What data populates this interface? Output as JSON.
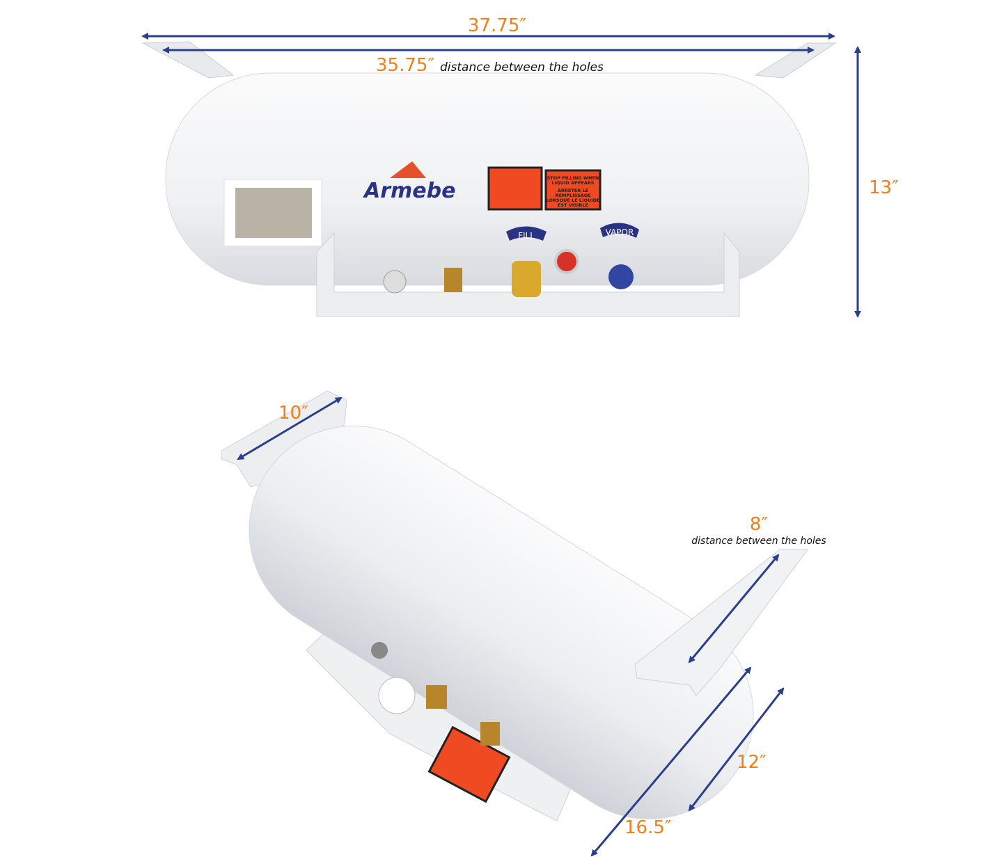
{
  "colors": {
    "dimension_text": "#f07f1a",
    "arrow": "#2a3e8c",
    "tank": "#f4f5f7",
    "brand": "#2a3383",
    "label_red": "#f04a22"
  },
  "front_view": {
    "overall_width": "37.75″",
    "hole_distance": "35.75″",
    "hole_distance_note": "distance between the holes",
    "height": "13″",
    "brand": "Armebe",
    "warning_label": [
      "STOP FILLING WHEN",
      "LIQUID APPEARS",
      "ARRÊTER LE",
      "REMPLISSAGE",
      "LORSQUE LE LIQUIDE",
      "EST VISIBLE"
    ],
    "ports": {
      "fill": "FILL",
      "vapor": "VAPOR"
    }
  },
  "angled_view": {
    "bracket_width": "10″",
    "bracket_hole_distance": "8″",
    "bracket_hole_note": "distance between the holes",
    "diameter": "12″",
    "bracket_depth": "16.5″"
  }
}
